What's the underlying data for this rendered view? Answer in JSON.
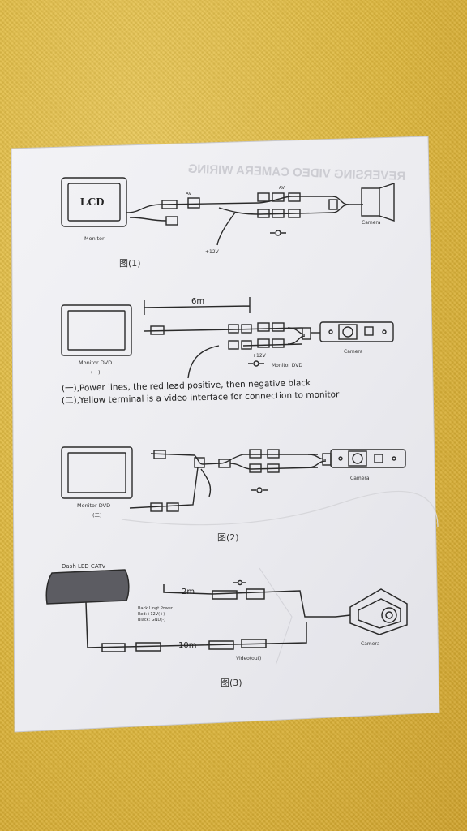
{
  "background_color": "#ddb63c",
  "paper_color": "#eeeef0",
  "ink_color": "#2a2a2a",
  "diagram1": {
    "heading_mirrored": "REVERSING VIDEO CAMERA WIRING",
    "lcd_label": "LCD",
    "monitor_label": "Monitor",
    "av_left": "AV",
    "av_right": "AV",
    "power_label": "+12V",
    "camera_label": "Camera",
    "figure_caption": "图(1)"
  },
  "diagram2": {
    "length_label": "6m",
    "monitor_label": "Monitor DVD",
    "monitor_sub": "(一)",
    "power_label": "+12V",
    "monitor_dvd_label": "Monitor DVD",
    "camera_label": "Camera",
    "note_1": "(一),Power lines, the red lead positive, then negative black",
    "note_2": "(二),Yellow terminal is a video interface for connection to monitor"
  },
  "diagram3": {
    "monitor_label": "Monitor DVD",
    "monitor_sub": "(二)",
    "camera_label": "Camera",
    "figure_caption": "图(2)"
  },
  "diagram4": {
    "dash_label": "Dash LED CATV",
    "length_2m": "2m",
    "power_note_1": "Back Lingt Power",
    "power_note_2": "Red:+12V(+)",
    "power_note_3": "Black: GND(-)",
    "length_10m": "10m",
    "video_out": "Video(out)",
    "camera_label": "Camera",
    "figure_caption": "图(3)"
  }
}
